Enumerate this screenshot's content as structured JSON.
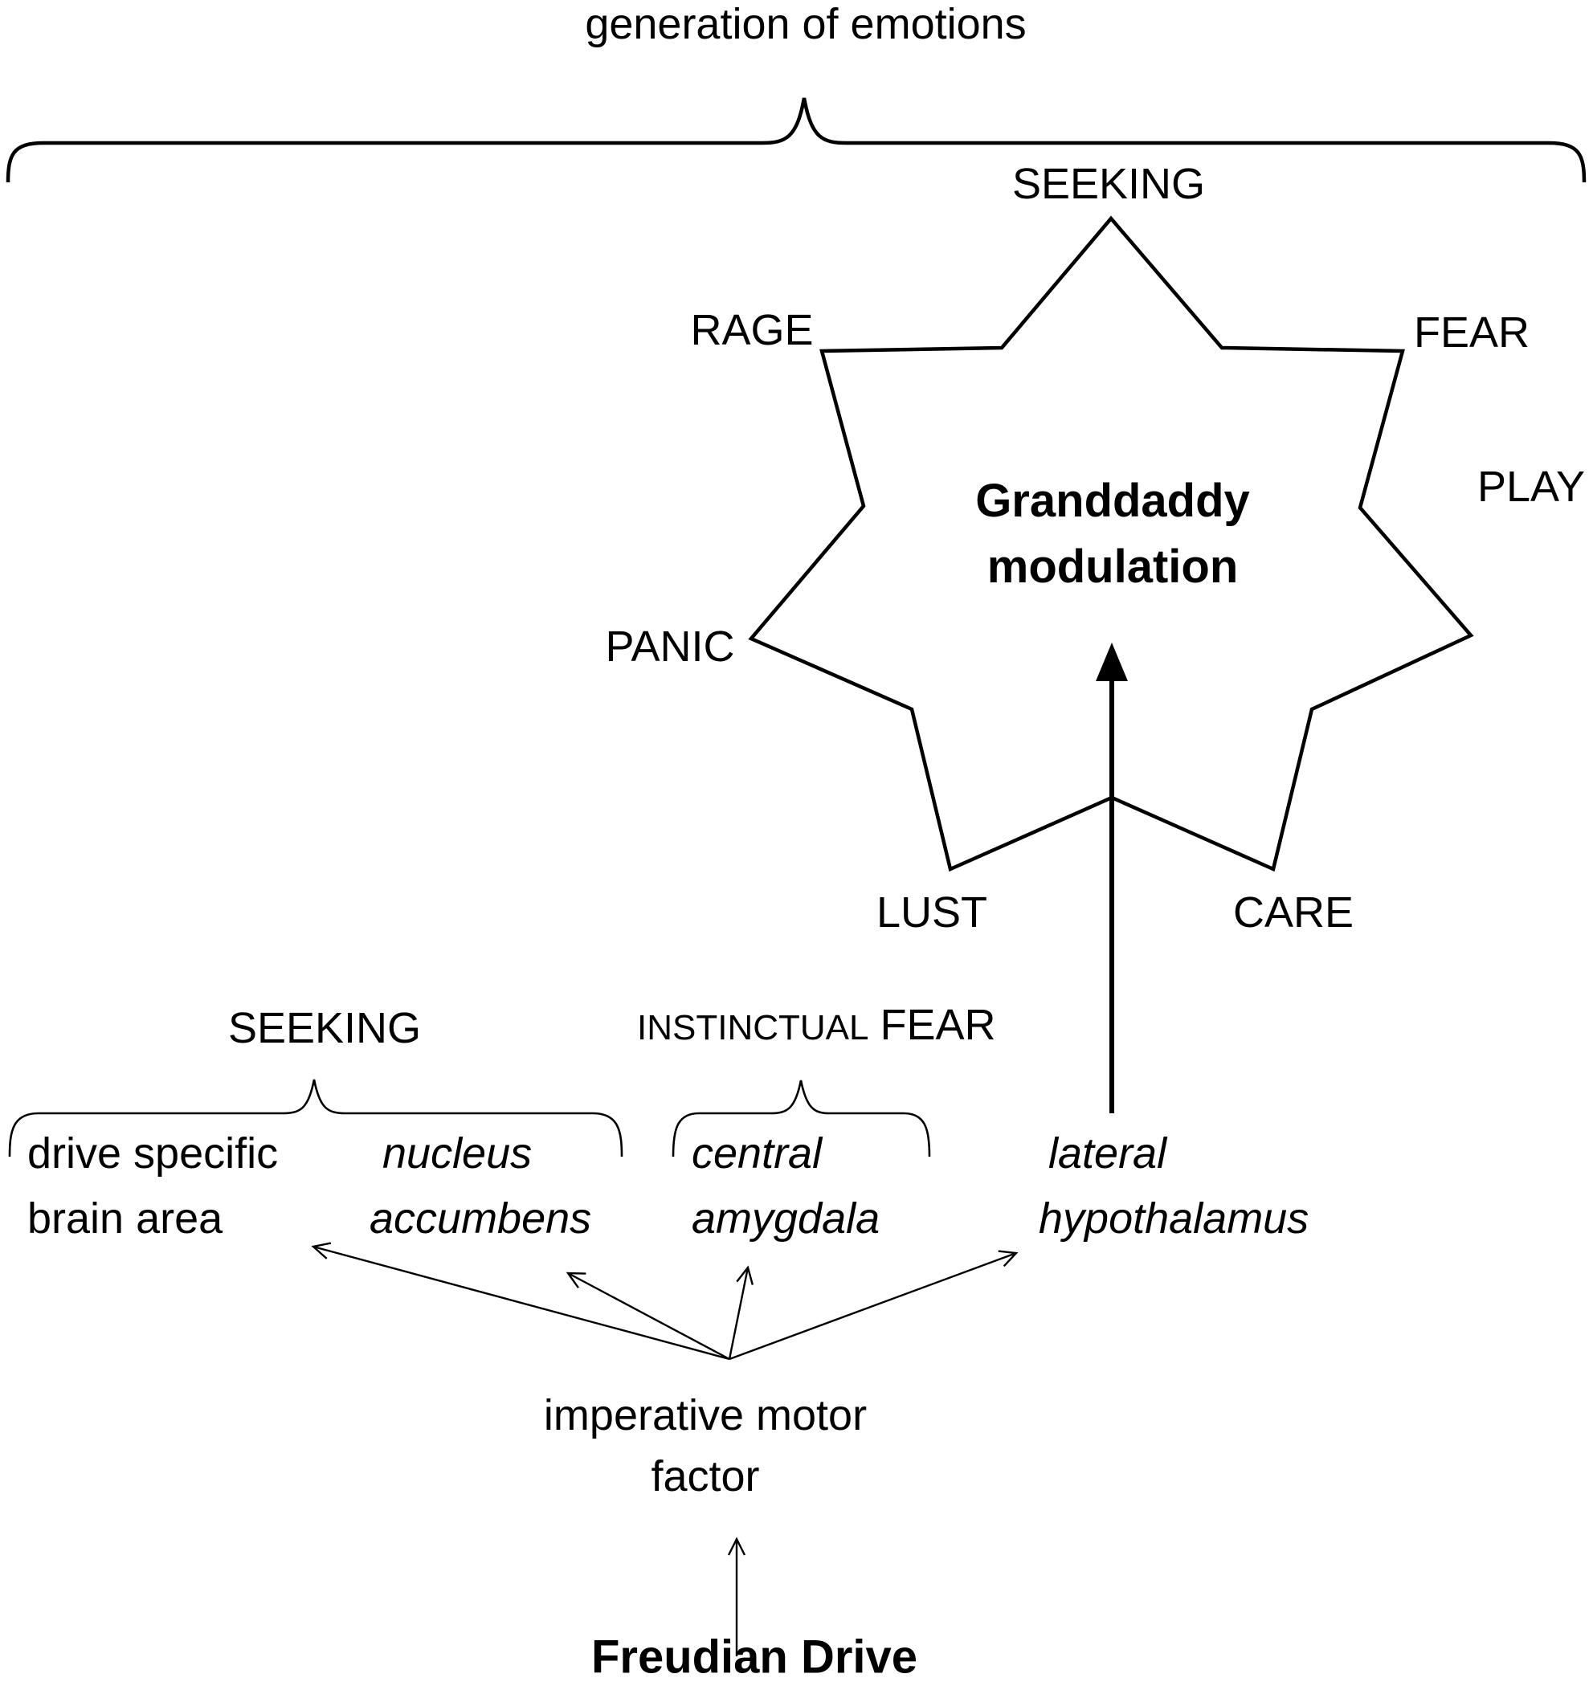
{
  "title": "generation of emotions",
  "emotion_wheel": {
    "center_line1": "Granddaddy",
    "center_line2": "modulation",
    "labels": {
      "top": "SEEKING",
      "upper_left": "RAGE",
      "upper_right": "FEAR",
      "right": "PLAY",
      "left": "PANIC",
      "bottom_left": "LUST",
      "bottom_right": "CARE"
    }
  },
  "lower_section": {
    "seeking_label": "SEEKING",
    "instinctual_label": "INSTINCTUAL",
    "fear_label": "FEAR",
    "row1": {
      "drive_specific": "drive specific",
      "nucleus": "nucleus",
      "central": "central",
      "lateral": "lateral"
    },
    "row2": {
      "brain_area": "brain area",
      "accumbens": "accumbens",
      "amygdala": "amygdala",
      "hypothalamus": "hypothalamus"
    }
  },
  "bottom": {
    "imperative_line1": "imperative motor",
    "imperative_line2": "factor",
    "freudian_drive": "Freudian Drive"
  },
  "colors": {
    "ink": "#000000",
    "background": "#ffffff"
  }
}
